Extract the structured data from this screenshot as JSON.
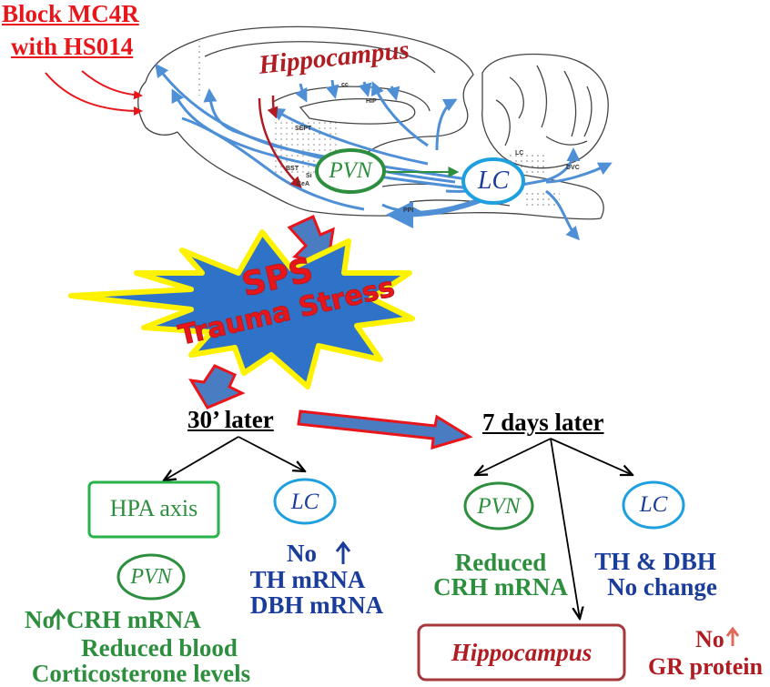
{
  "block": {
    "line1": "Block  MC4R",
    "line2": "with HS014"
  },
  "brain": {
    "hippocampus_label": "Hippocampus",
    "pvn_label": "PVN",
    "lc_label": "LC",
    "region_labels": {
      "cc": "cc",
      "hip": "HIP",
      "sept": "SEPT",
      "bst": "BST",
      "si": "Si",
      "cea": "CeA",
      "lc_small": "LC",
      "dvc": "DVC",
      "ppi": "PPI"
    }
  },
  "burst": {
    "line1": "SPS",
    "line2": "Trauma Stress"
  },
  "timepoints": {
    "early": "30’ later",
    "late": "7 days later"
  },
  "early": {
    "hpa_box": "HPA axis",
    "lc_label": "LC",
    "lc_text": {
      "line1": "No",
      "line2": "TH mRNA",
      "line3": "DBH mRNA"
    },
    "pvn_label": "PVN",
    "pvn_text": {
      "prefix": "No",
      "suffix": "CRH mRNA"
    },
    "reduced": {
      "line1": "Reduced blood",
      "line2": "Corticosterone levels"
    }
  },
  "late": {
    "pvn_label": "PVN",
    "pvn_text": {
      "line1": "Reduced",
      "line2": "CRH mRNA"
    },
    "lc_label": "LC",
    "lc_text": {
      "line1": "TH & DBH",
      "line2": "No change"
    },
    "hippocampus_box": "Hippocampus",
    "gr_text": {
      "line1": "No",
      "line2": "GR protein"
    }
  },
  "colors": {
    "red": "#e8161b",
    "dark_red": "#b01c22",
    "green": "#2d8f3e",
    "navy": "#1a3c9a",
    "light_blue": "#4f8fd6",
    "burst_yellow": "#fff200",
    "burst_blue": "#2f73c9",
    "box_arrow_red": "#e8161b",
    "box_arrow_blue": "#4a7cc2"
  }
}
